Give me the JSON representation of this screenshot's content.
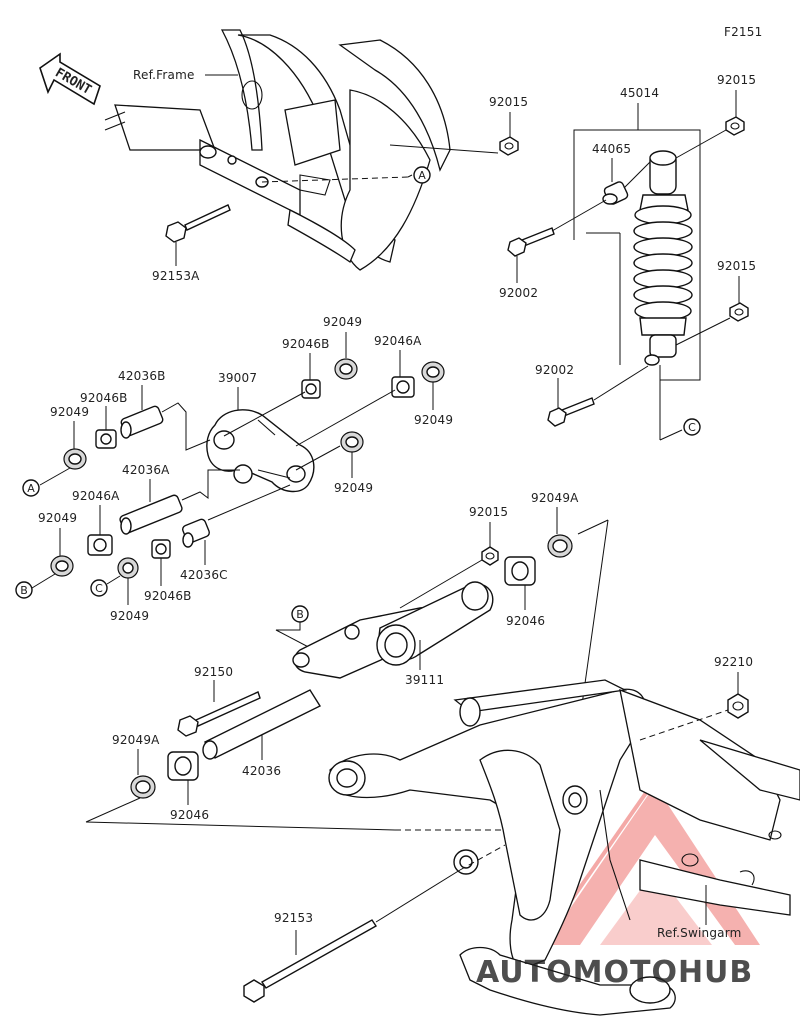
{
  "figure_id": "F2151",
  "front_arrow_label": "FRONT",
  "ref_labels": {
    "frame": "Ref.Frame",
    "swingarm": "Ref.Swingarm"
  },
  "callouts": {
    "A": "A",
    "B": "B",
    "C": "C"
  },
  "parts": {
    "p92015_a": "92015",
    "p45014": "45014",
    "p92015_b": "92015",
    "p44065": "44065",
    "p92153A": "92153A",
    "p92002_a": "92002",
    "p92015_c": "92015",
    "p92049_a": "92049",
    "p92046B_a": "92046B",
    "p92046A_a": "92046A",
    "p42036B": "42036B",
    "p39007": "39007",
    "p92046B_b": "92046B",
    "p92049_b": "92049",
    "p92049_c": "92049",
    "p92002_b": "92002",
    "p42036A": "42036A",
    "p92049_d": "92049",
    "p92046A_b": "92046A",
    "p92049_e": "92049",
    "p42036C": "42036C",
    "p92046B_c": "92046B",
    "p92049_f": "92049",
    "p92015_d": "92015",
    "p92049A_a": "92049A",
    "p92046_a": "92046",
    "p39111": "39111",
    "p92150": "92150",
    "p92210": "92210",
    "p92049A_b": "92049A",
    "p42036": "42036",
    "p92046_b": "92046",
    "p92153": "92153"
  },
  "watermark": "AUTOMOTOHUB",
  "colors": {
    "line": "#111111",
    "watermark_red": "#e8413c",
    "watermark_dark": "#3a3a3a"
  }
}
